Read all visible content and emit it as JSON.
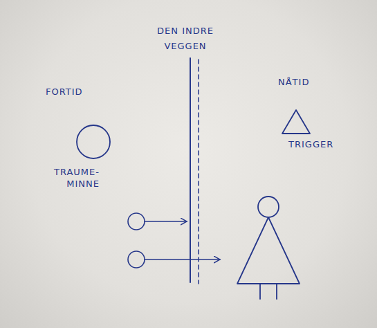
{
  "diagram": {
    "nodes": [
      {
        "text": [
          "TRAUME- MINNE"
        ]
      },
      {
        "text": [
          "TRIGGER"
        ]
      }
    ],
    "labels": [
      "FORTID",
      "DEN INDRE VEGGEN",
      "NÅTID"
    ]
  }
}
